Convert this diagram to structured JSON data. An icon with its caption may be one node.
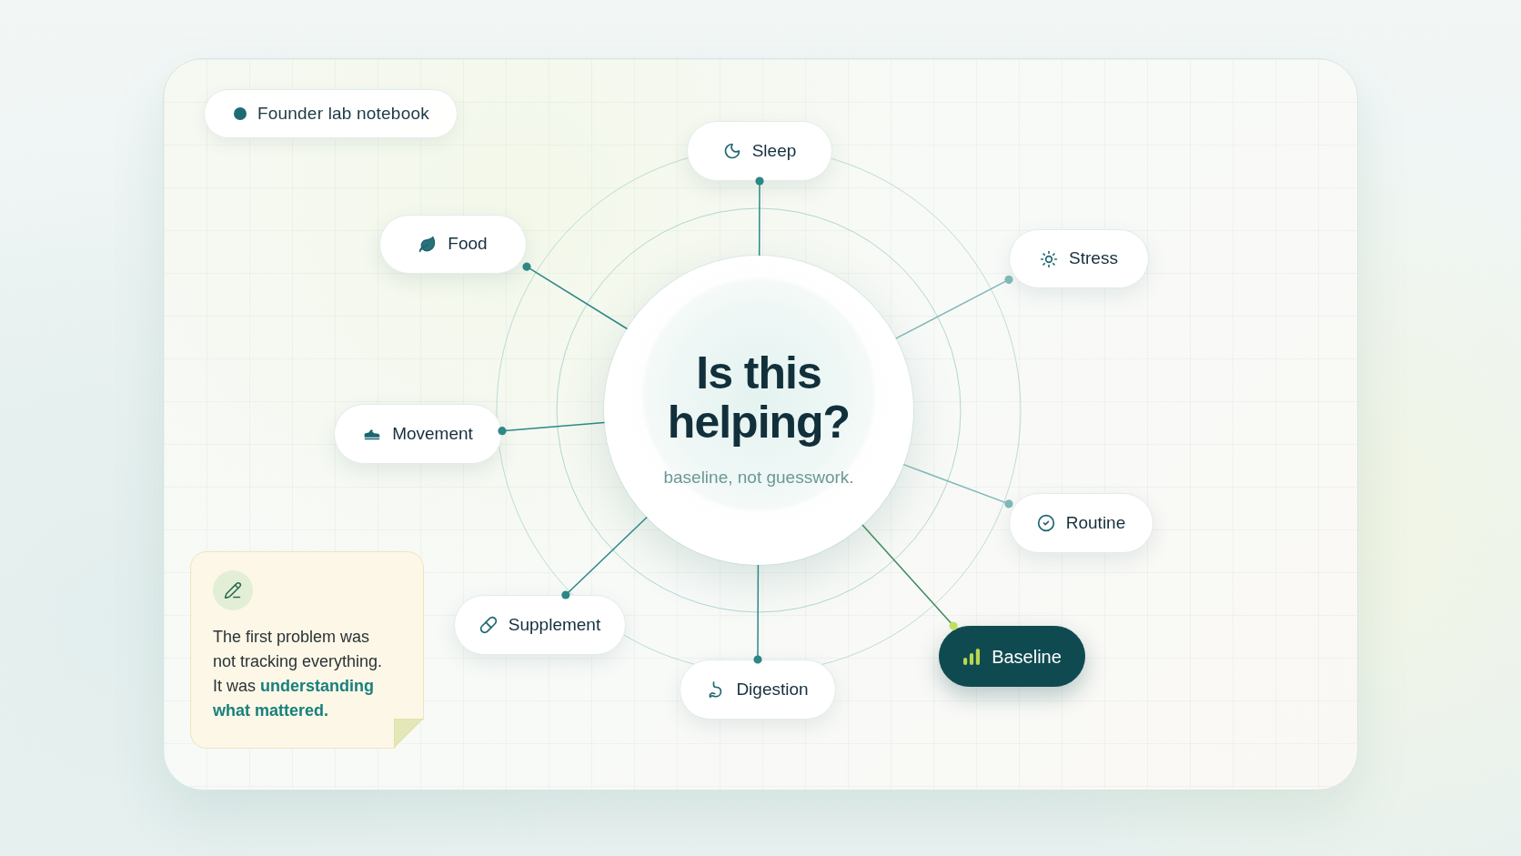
{
  "diagram": {
    "nodes": [
      {
        "text": [
          "Founder lab notebook"
        ]
      },
      {
        "text": [
          "Sleep"
        ]
      },
      {
        "text": [
          "Food"
        ]
      },
      {
        "text": [
          "Stress"
        ]
      },
      {
        "text": [
          "Is this helping?",
          "baseline, not guesswork."
        ]
      },
      {
        "text": [
          "Movement"
        ]
      },
      {
        "text": [
          "Routine"
        ]
      },
      {
        "text": [
          "The first problem was not tracking everything. It was **understanding what mattered.**"
        ]
      },
      {
        "text": [
          "Supplement"
        ]
      },
      {
        "text": [
          "Baseline"
        ]
      },
      {
        "text": [
          "Digestion"
        ]
      }
    ],
    "edges": [
      {
        "from": 4,
        "to": 1,
        "arrow": "other"
      },
      {
        "from": 4,
        "to": 2,
        "arrow": "other"
      },
      {
        "from": 4,
        "to": 3,
        "arrow": "other",
        "color": "#80b8b6"
      },
      {
        "from": 4,
        "to": 5,
        "arrow": "other"
      },
      {
        "from": 4,
        "to": 6,
        "arrow": "other",
        "color": "#80b8b6"
      },
      {
        "from": 4,
        "to": 8,
        "arrow": "other"
      },
      {
        "from": 4,
        "to": 9,
        "arrow": "other",
        "color": "#3f8a5c"
      },
      {
        "from": 4,
        "to": 10,
        "arrow": "other"
      }
    ]
  }
}
